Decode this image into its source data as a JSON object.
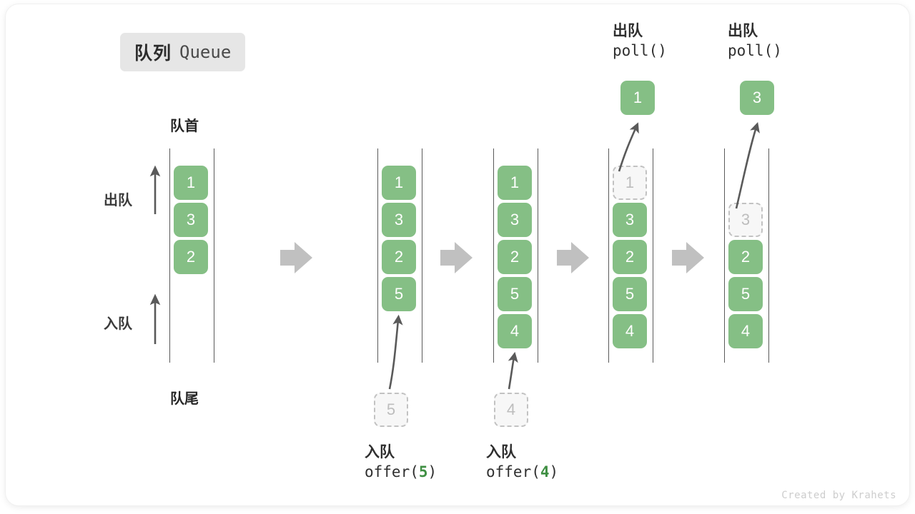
{
  "title": {
    "cn": "队列",
    "en": "Queue"
  },
  "rail_labels": {
    "head": "队首",
    "tail": "队尾"
  },
  "side_labels": {
    "dequeue": "出队",
    "enqueue": "入队"
  },
  "watermark": "Created by Krahets",
  "colors": {
    "element_fill": "#85bf85",
    "element_text": "#ffffff",
    "ghost_fill": "#f7f7f7",
    "ghost_border": "#c2c2c2",
    "ghost_text": "#bdbdbd",
    "rail": "#5a5a5a",
    "flow_arrow": "#c0c0c0",
    "accent_green": "#3f8f43",
    "chip_bg": "#e6e6e6"
  },
  "stages": [
    {
      "id": "initial",
      "elements": [
        "1",
        "3",
        "2"
      ],
      "ghost_index": null,
      "popped": null,
      "pending": null,
      "caption_cn": null,
      "caption_code": null,
      "top_label_cn": null,
      "top_label_code": null
    },
    {
      "id": "after-offer-5",
      "elements": [
        "1",
        "3",
        "2",
        "5"
      ],
      "ghost_index": null,
      "popped": null,
      "pending": "5",
      "caption_cn": "入队",
      "caption_code": "offer(5)",
      "caption_code_prefix": "offer(",
      "caption_code_arg": "5",
      "caption_code_suffix": ")",
      "top_label_cn": null,
      "top_label_code": null
    },
    {
      "id": "after-offer-4",
      "elements": [
        "1",
        "3",
        "2",
        "5",
        "4"
      ],
      "ghost_index": null,
      "popped": null,
      "pending": "4",
      "caption_cn": "入队",
      "caption_code": "offer(4)",
      "caption_code_prefix": "offer(",
      "caption_code_arg": "4",
      "caption_code_suffix": ")",
      "top_label_cn": null,
      "top_label_code": null
    },
    {
      "id": "after-poll-1",
      "elements": [
        "1",
        "3",
        "2",
        "5",
        "4"
      ],
      "ghost_index": 0,
      "popped": "1",
      "pending": null,
      "caption_cn": null,
      "caption_code": null,
      "top_label_cn": "出队",
      "top_label_code": "poll()"
    },
    {
      "id": "after-poll-3",
      "elements": [
        "",
        "3",
        "2",
        "5",
        "4"
      ],
      "ghost_index": 1,
      "popped": "3",
      "pending": null,
      "caption_cn": null,
      "caption_code": null,
      "top_label_cn": "出队",
      "top_label_code": "poll()"
    }
  ]
}
